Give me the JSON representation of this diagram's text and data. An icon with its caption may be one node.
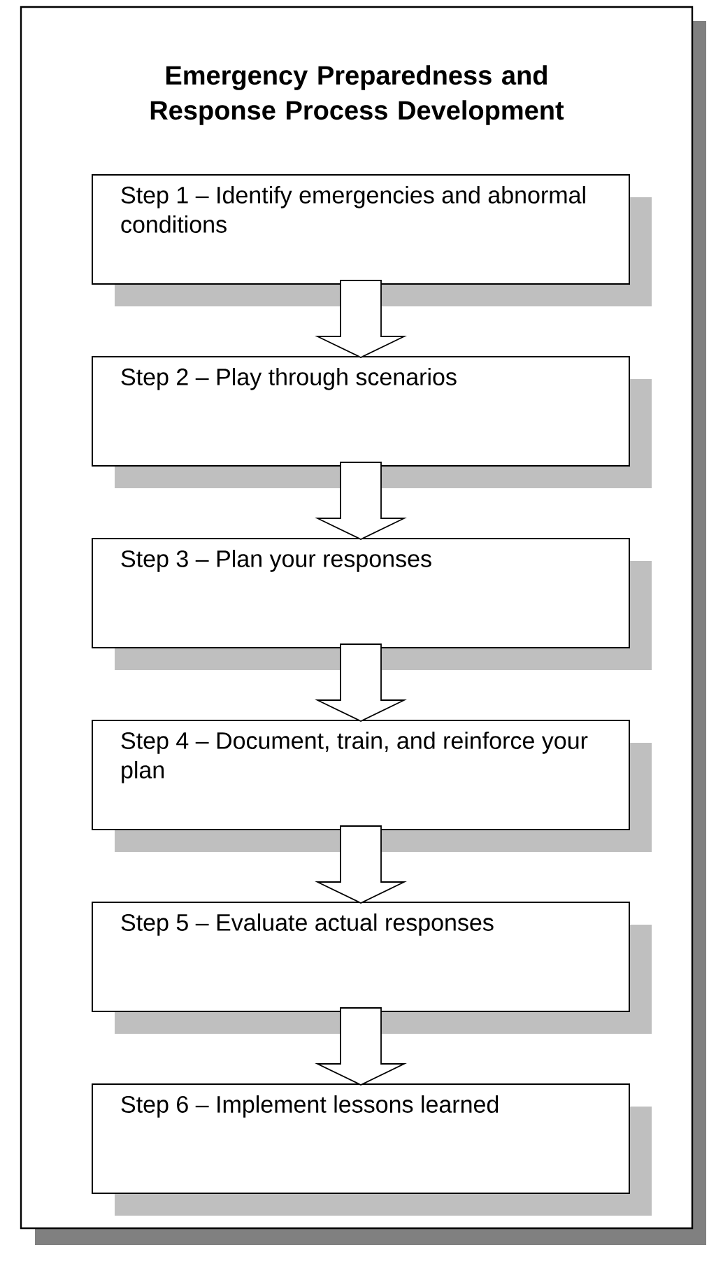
{
  "diagram": {
    "title": "Emergency Preparedness and Response Process Development",
    "nodes": [
      {
        "text": [
          "Step 1 – Identify emergencies and abnormal conditions"
        ]
      },
      {
        "text": [
          "Step 2 – Play through scenarios"
        ]
      },
      {
        "text": [
          "Step 3 – Plan your responses"
        ]
      },
      {
        "text": [
          "Step 4 – Document, train, and reinforce your plan"
        ]
      },
      {
        "text": [
          "Step 5 – Evaluate actual responses"
        ]
      },
      {
        "text": [
          "Step 6 – Implement lessons learned"
        ]
      }
    ],
    "edges": [
      {
        "from": 0,
        "to": 1,
        "arrow": "to"
      },
      {
        "from": 1,
        "to": 2,
        "arrow": "to"
      },
      {
        "from": 2,
        "to": 3,
        "arrow": "to"
      },
      {
        "from": 3,
        "to": 4,
        "arrow": "to"
      },
      {
        "from": 4,
        "to": 5,
        "arrow": "to"
      }
    ]
  }
}
